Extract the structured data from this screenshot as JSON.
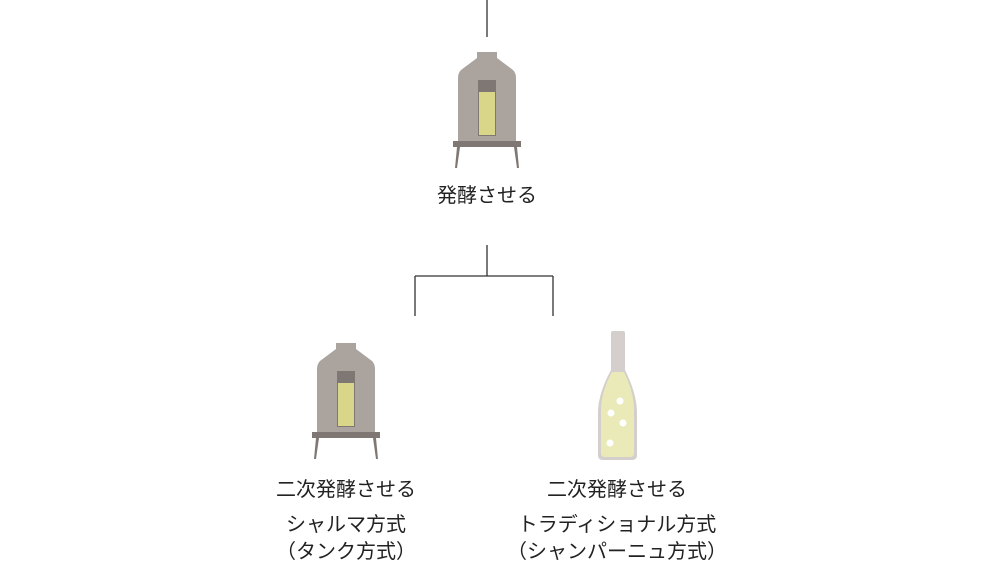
{
  "step1": {
    "label": "発酵させる"
  },
  "methods": [
    {
      "step": "二次発酵させる",
      "name": "シャルマ方式",
      "alt": "（タンク方式）",
      "vessel": "tank-icon"
    },
    {
      "step": "二次発酵させる",
      "name": "トラディショナル方式",
      "alt": "（シャンパーニュ方式）",
      "vessel": "bottle-icon"
    }
  ],
  "colors": {
    "tank": "#aaa39e",
    "tank_dark": "#7f7773",
    "wine": "#d9d68a",
    "bottle": "#d4cfcc",
    "bottle_wine": "#eaeab8",
    "line": "#333333"
  }
}
